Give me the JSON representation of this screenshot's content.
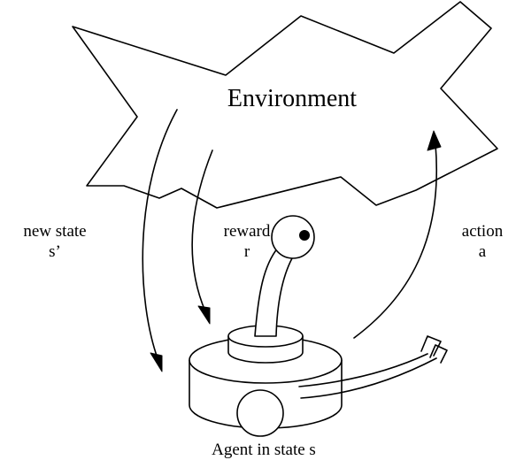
{
  "environment": {
    "label": "Environment"
  },
  "arrows": {
    "new_state": {
      "line1": "new state",
      "line2": "s’"
    },
    "reward": {
      "line1": "reward",
      "line2": "r"
    },
    "action": {
      "line1": "action",
      "line2": "a"
    }
  },
  "agent": {
    "caption": "Agent in state s"
  }
}
